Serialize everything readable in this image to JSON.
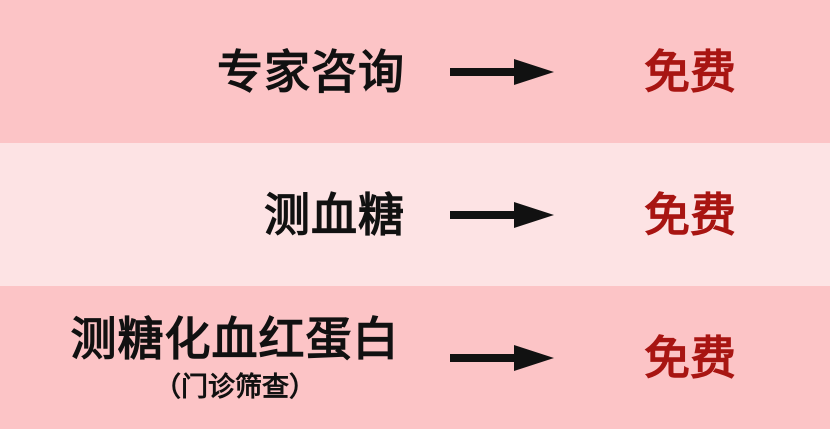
{
  "rows": [
    {
      "service": "专家咨询",
      "price": "免费"
    },
    {
      "service": "测血糖",
      "price": "免费"
    },
    {
      "service": "测糖化血红蛋白",
      "note": "（门诊筛查）",
      "price": "免费"
    }
  ],
  "colors": {
    "row_dark": "#fcc4c6",
    "row_light": "#fde3e4",
    "service_text": "#111111",
    "price_text": "#a81512",
    "arrow": "#111111"
  },
  "icons": {
    "arrow": "right-arrow-icon"
  }
}
